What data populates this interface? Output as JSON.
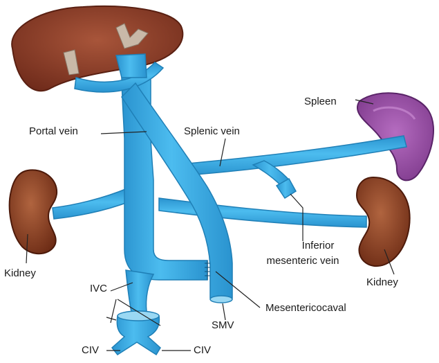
{
  "labels": {
    "spleen": "Spleen",
    "portal_vein": "Portal vein",
    "splenic_vein": "Splenic vein",
    "kidney_left": "Kidney",
    "kidney_right": "Kidney",
    "inferior_mesenteric_line1": "Inferior",
    "inferior_mesenteric_line2": "mesenteric vein",
    "ivc": "IVC",
    "mesentericocaval": "Mesentericocaval",
    "smv": "SMV",
    "civ_left": "CIV",
    "civ_right": "CIV"
  },
  "colors": {
    "vein": "#3fb0e6",
    "vein_dark": "#1f86bf",
    "vein_light": "#8fd6f5",
    "liver": "#8a3a26",
    "liver_highlight": "#b86a4a",
    "kidney": "#8b3f22",
    "kidney_light": "#c07a55",
    "spleen": "#9b4fa8",
    "spleen_dark": "#6c2c7c",
    "leader_line": "#222222"
  }
}
